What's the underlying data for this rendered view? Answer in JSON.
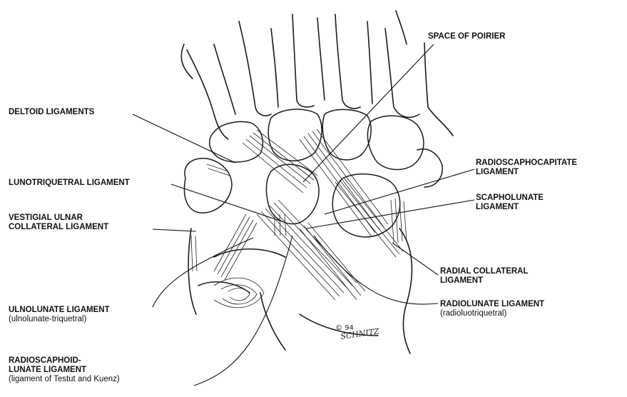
{
  "labels": {
    "space_of_poirier": "SPACE OF POIRIER",
    "deltoid_ligaments": "DELTOID LIGAMENTS",
    "lunotriquetral": "LUNOTRIQUETRAL LIGAMENT",
    "vestigial_line1": "VESTIGIAL ULNAR",
    "vestigial_line2": "COLLATERAL LIGAMENT",
    "ulnolunate_line1": "ULNOLUNATE LIGAMENT",
    "ulnolunate_line2": "(ulnolunate-triquetral)",
    "radioscaphoid_line1": "RADIOSCAPHOID-",
    "radioscaphoid_line2": "LUNATE LIGAMENT",
    "radioscaphoid_line3": "(ligament of Testut and Kuenz)",
    "radioscaphocapitate_line1": "RADIOSCAPHOCAPITATE",
    "radioscaphocapitate_line2": "LIGAMENT",
    "scapholunate_line1": "SCAPHOLUNATE",
    "scapholunate_line2": "LIGAMENT",
    "radial_collateral_line1": "RADIAL COLLATERAL",
    "radial_collateral_line2": "LIGAMENT",
    "radiolunate_line1": "RADIOLUNATE LIGAMENT",
    "radiolunate_line2": "(radioluotriquetral)"
  },
  "signature": "© 94 SCHNITZ"
}
